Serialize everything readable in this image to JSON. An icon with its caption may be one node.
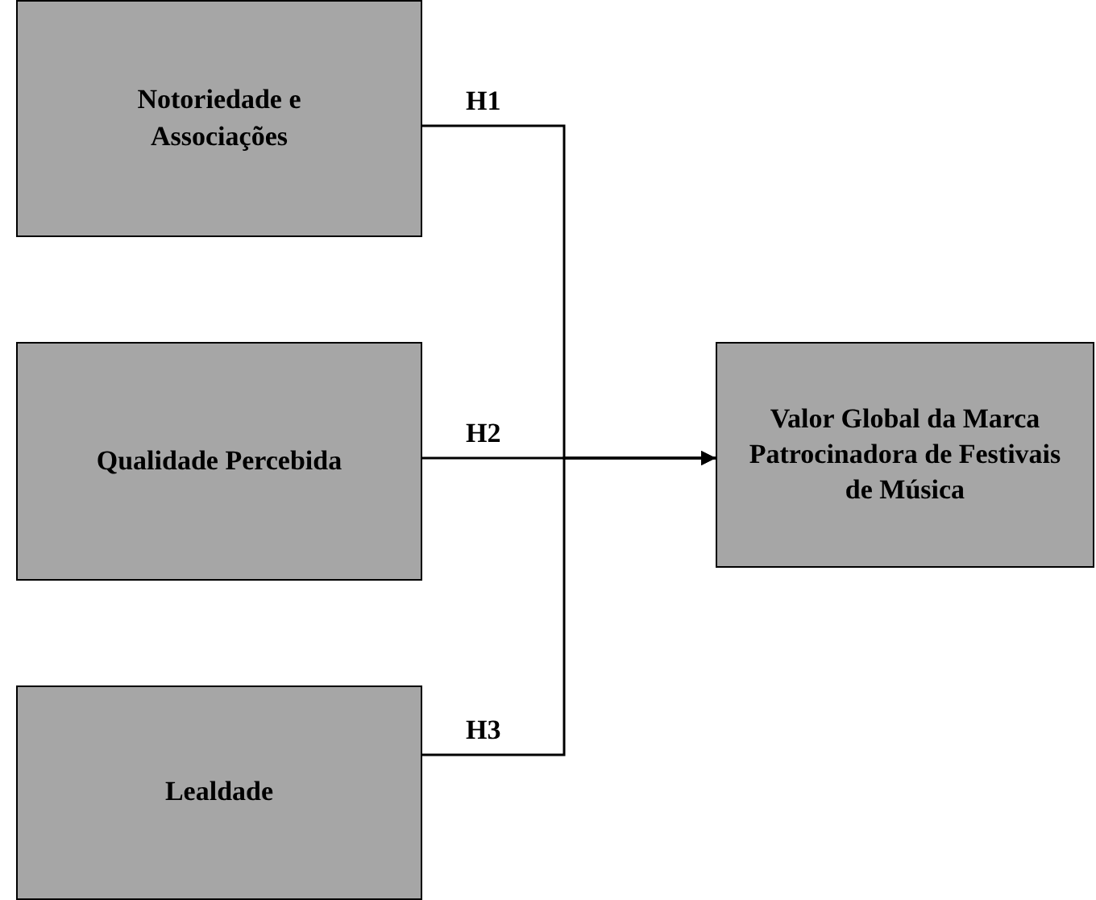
{
  "diagram": {
    "nodes": [
      {
        "text": [
          "Notoriedade e Associações"
        ]
      },
      {
        "text": [
          "Qualidade Percebida"
        ]
      },
      {
        "text": [
          "Lealdade"
        ]
      },
      {
        "text": [
          "Valor Global da Marca Patrocinadora de Festivais de Música"
        ]
      }
    ],
    "edges": [
      {
        "from": 0,
        "to": 3,
        "arrow": "to",
        "label": "H1"
      },
      {
        "from": 1,
        "to": 3,
        "arrow": "to",
        "label": "H2"
      },
      {
        "from": 2,
        "to": 3,
        "arrow": "to",
        "label": "H3"
      }
    ]
  }
}
